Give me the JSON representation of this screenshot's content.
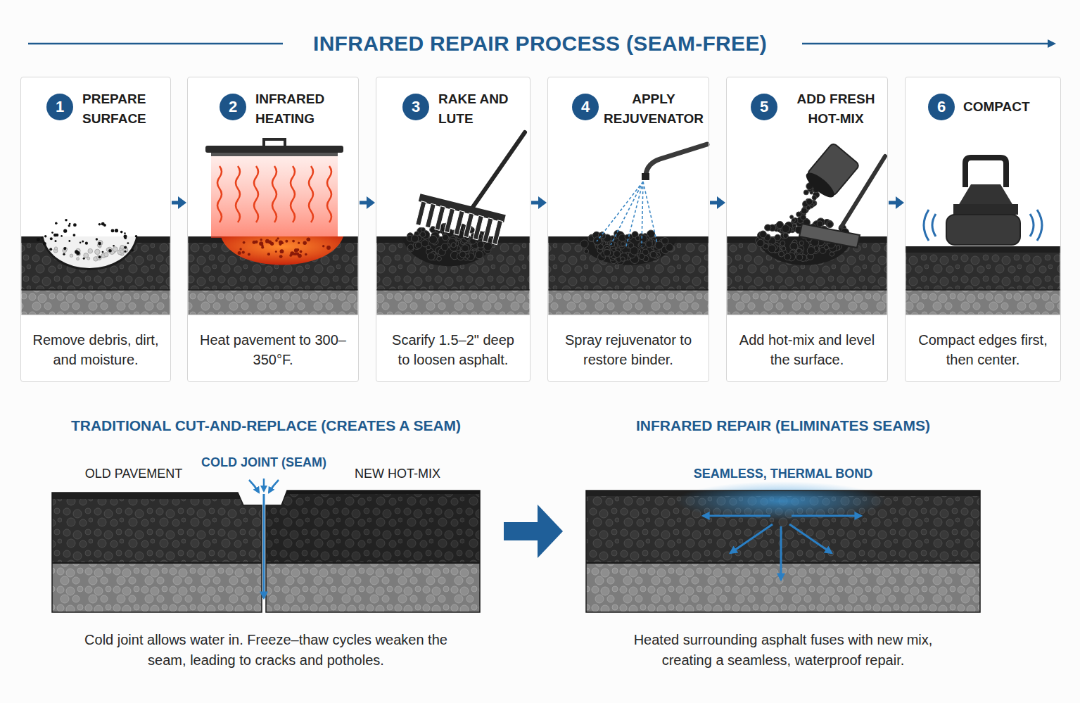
{
  "diagram": {
    "title": "INFRARED REPAIR PROCESS (SEAM-FREE)",
    "nodes": [
      {
        "text": [
          "PREPARE SURFACE",
          "Remove debris, dirt, and moisture."
        ]
      },
      {
        "text": [
          "1"
        ],
        "in": 0
      },
      {
        "text": [
          "INFRARED HEATING",
          "Heat pavement to 300–350°F."
        ]
      },
      {
        "text": [
          "2"
        ],
        "in": 2
      },
      {
        "text": [
          "RAKE AND LUTE",
          "Scarify 1.5–2\" deep to loosen asphalt."
        ]
      },
      {
        "text": [
          "3"
        ],
        "in": 4
      },
      {
        "text": [
          "APPLY REJUVENATOR",
          "Spray rejuvenator to restore binder."
        ]
      },
      {
        "text": [
          "4"
        ],
        "in": 6
      },
      {
        "text": [
          "ADD FRESH HOT-MIX",
          "Add hot-mix and level the surface."
        ]
      },
      {
        "text": [
          "5"
        ],
        "in": 8
      },
      {
        "text": [
          "COMPACT",
          "Compact edges first, then center."
        ]
      },
      {
        "text": [
          "6"
        ],
        "in": 10
      },
      {
        "text": [
          "TRADITIONAL CUT-AND-REPLACE (CREATES A SEAM)",
          "Cold joint allows water in. Freeze–thaw cycles weaken the seam, leading to cracks and potholes."
        ]
      },
      {
        "text": [
          "INFRARED REPAIR (ELIMINATES SEAMS)",
          "Heated surrounding asphalt fuses with new mix, creating a seamless, waterproof repair."
        ]
      }
    ],
    "edges": [
      {
        "from": 0,
        "to": 2,
        "arrow": "to"
      },
      {
        "from": 2,
        "to": 4,
        "arrow": "to"
      },
      {
        "from": 4,
        "to": 6,
        "arrow": "to"
      },
      {
        "from": 6,
        "to": 8,
        "arrow": "to"
      },
      {
        "from": 8,
        "to": 10,
        "arrow": "to"
      },
      {
        "from": 12,
        "to": 13,
        "arrow": "to"
      }
    ],
    "labels": [
      "OLD PAVEMENT",
      "COLD JOINT (SEAM)",
      "NEW HOT-MIX",
      "SEAMLESS, THERMAL BOND"
    ]
  }
}
